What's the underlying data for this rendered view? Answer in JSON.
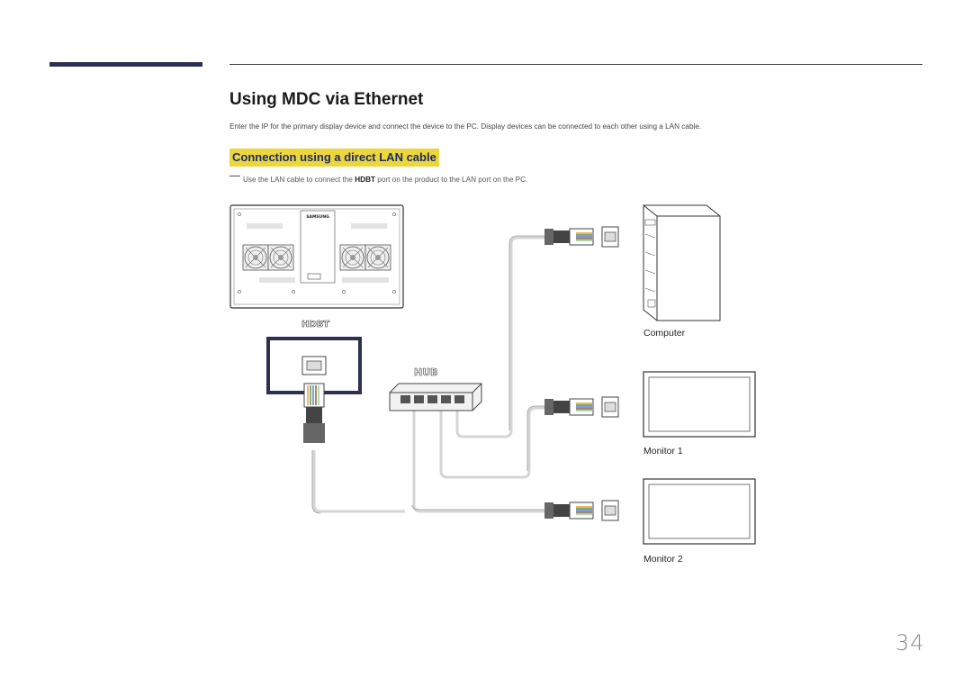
{
  "section": {
    "title": "Using MDC via Ethernet",
    "intro": "Enter the IP for the primary display device and connect the device to the PC. Display devices can be connected to each other using a LAN cable.",
    "subheading": "Connection using a direct LAN cable",
    "note_before": "Use the LAN cable to connect the ",
    "note_bold": "HDBT",
    "note_after": " port on the product to the LAN port on the PC."
  },
  "diagram": {
    "brand": "SAMSUNG",
    "port_label": "HDBT",
    "hub_label": "HUB",
    "computer_label": "Computer",
    "monitor1_label": "Monitor 1",
    "monitor2_label": "Monitor 2"
  },
  "page_number": "34"
}
